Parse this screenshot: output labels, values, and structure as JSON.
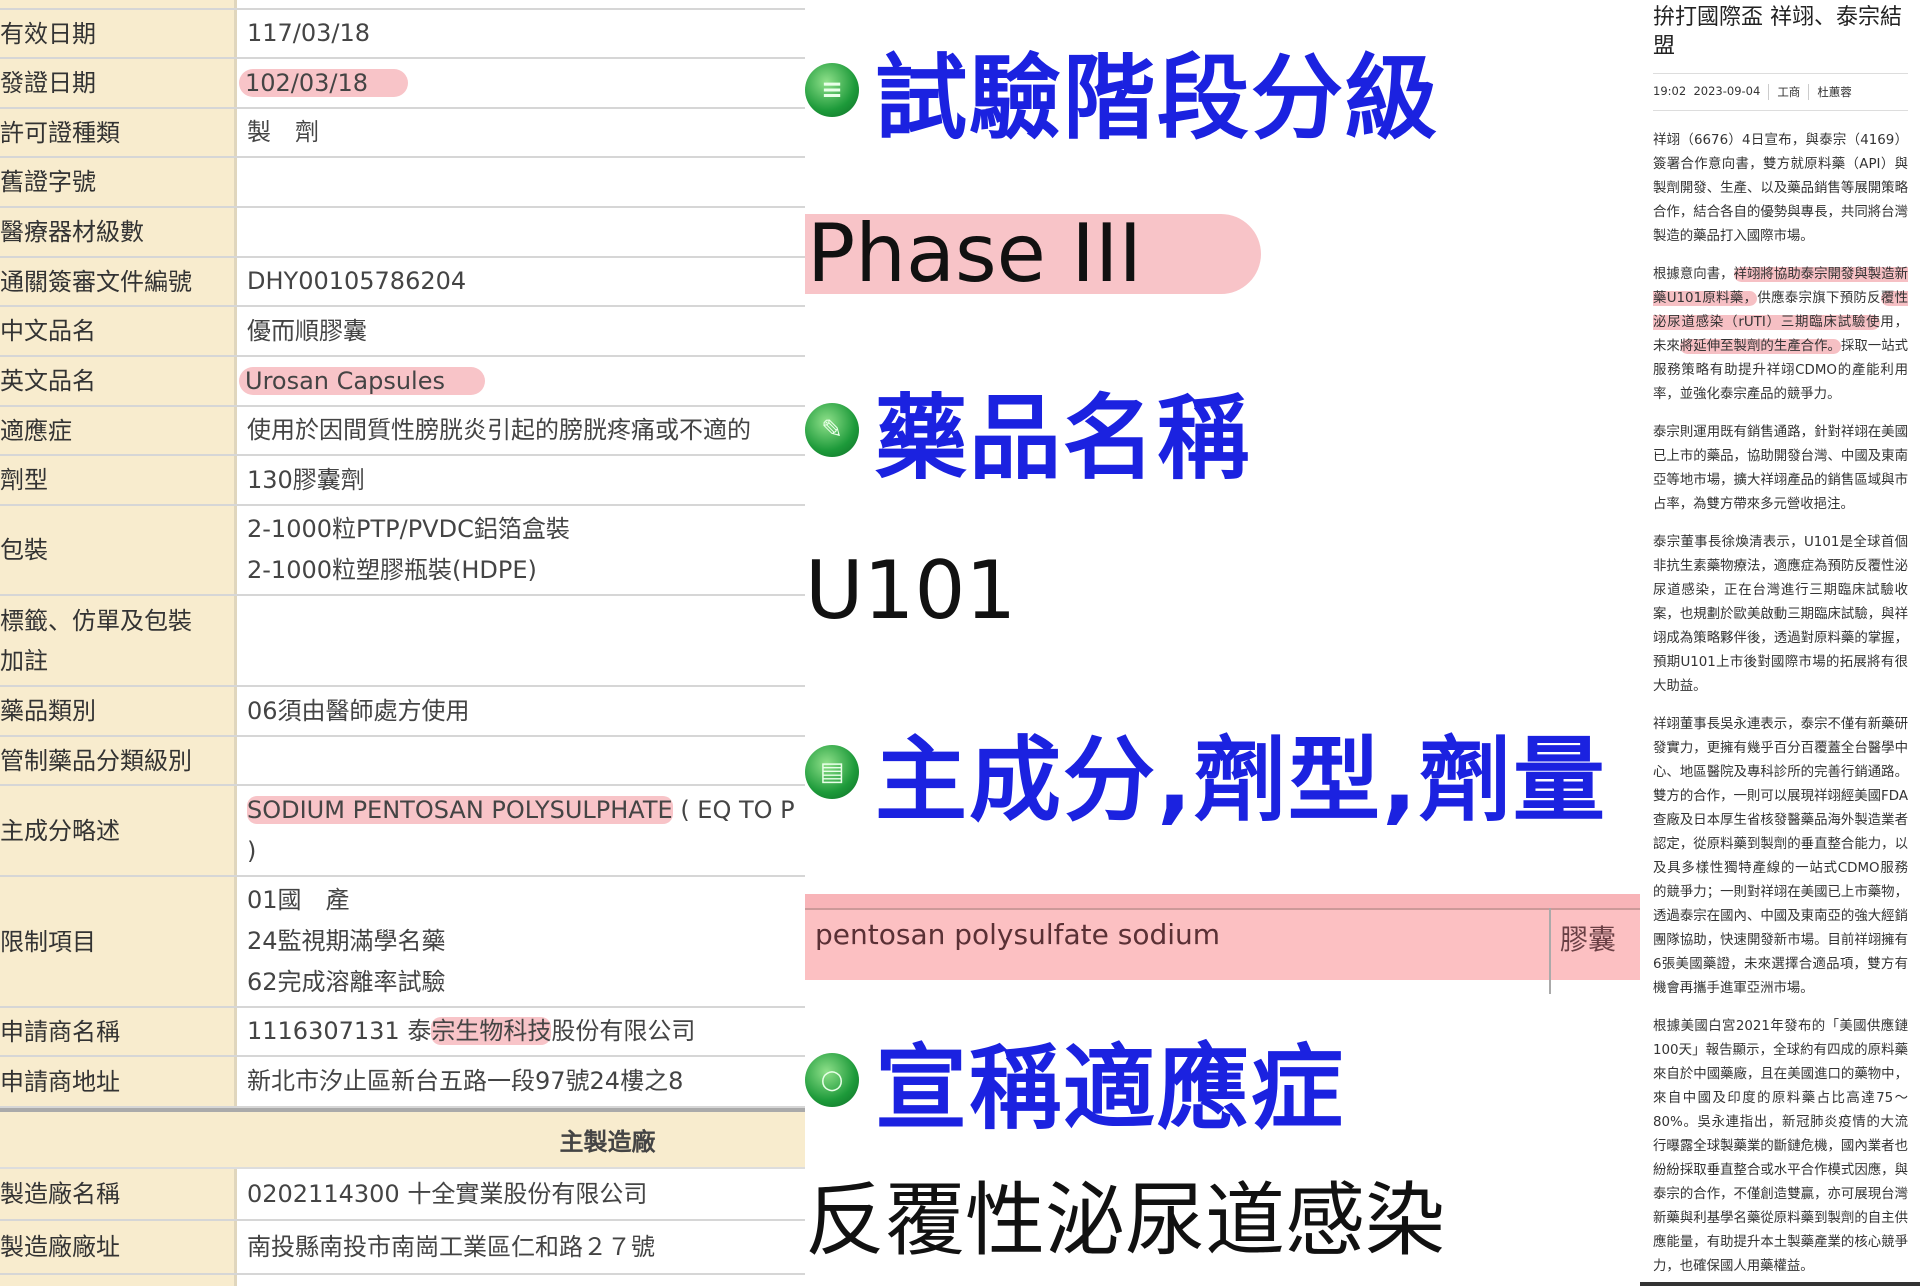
{
  "license_table": {
    "rows": [
      {
        "label": "有效日期",
        "value": [
          "117/03/18"
        ]
      },
      {
        "label": "發證日期",
        "value": [
          "102/03/18"
        ],
        "highlight": true
      },
      {
        "label": "許可證種類",
        "value": [
          "製　劑"
        ]
      },
      {
        "label": "舊證字號",
        "value": [
          ""
        ]
      },
      {
        "label": "醫療器材級數",
        "value": [
          ""
        ]
      },
      {
        "label": "通關簽審文件編號",
        "value": [
          "DHY00105786204"
        ]
      },
      {
        "label": "中文品名",
        "value": [
          "優而順膠囊"
        ]
      },
      {
        "label": "英文品名",
        "value": [
          "Urosan Capsules"
        ],
        "highlight": true
      },
      {
        "label": "適應症",
        "value": [
          "使用於因間質性膀胱炎引起的膀胱疼痛或不適的"
        ]
      },
      {
        "label": "劑型",
        "value": [
          "130膠囊劑"
        ]
      },
      {
        "label": "包裝",
        "value": [
          "2-1000粒PTP/PVDC鋁箔盒裝",
          "2-1000粒塑膠瓶裝(HDPE)"
        ]
      },
      {
        "label": "標籤、仿單及包裝\n加註",
        "value": [
          ""
        ]
      },
      {
        "label": "藥品類別",
        "value": [
          "06須由醫師處方使用"
        ]
      },
      {
        "label": "管制藥品分類級別",
        "value": [
          ""
        ]
      },
      {
        "label": "主成分略述",
        "value": [
          "SODIUM PENTOSAN POLYSULPHATE ( EQ TO P",
          ")"
        ]
      },
      {
        "label": "限制項目",
        "value": [
          "01國　產",
          "24監視期滿學名藥",
          "62完成溶離率試驗"
        ]
      },
      {
        "label": "申請商名稱",
        "value": [
          "1116307131 泰宗生物科技股份有限公司"
        ]
      },
      {
        "label": "申請商地址",
        "value": [
          "新北市汐止區新台五路一段97號24樓之8"
        ]
      }
    ],
    "ingredient_highlight": "SODIUM PENTOSAN POLYSULPHATE",
    "ingredient_rest": " ( EQ TO P",
    "applicant_code": "1116307131 泰",
    "applicant_highlight": "宗生物科技",
    "applicant_rest": "股份有限公司",
    "manufacturer_header": "主製造廠",
    "manufacturer_rows": [
      {
        "label": "製造廠名稱",
        "value": "0202114300 十全實業股份有限公司"
      },
      {
        "label": "製造廠廠址",
        "value": "南投縣南投市南崗工業區仁和路２７號"
      }
    ]
  },
  "summary": {
    "trial_phase_heading": "試驗階段分級",
    "trial_phase": "Phase III",
    "drug_name_heading": "藥品名稱",
    "drug_name": "U101",
    "ingredient_heading": "主成分,劑型,劑量",
    "ingredient": "pentosan polysulfate sodium",
    "dosage_form": "膠囊",
    "indication_heading": "宣稱適應症",
    "indication": "反覆性泌尿道感染",
    "heading_color": "#1b22e0",
    "icon_color": "#1d9a3a",
    "highlight_color": "#f8c4c8"
  },
  "article": {
    "title": "拚打國際盃 祥翊、泰宗結盟",
    "time": "19:02",
    "date": "2023-09-04",
    "source": "工商",
    "author": "杜蕙蓉",
    "p1": "祥翊（6676）4日宣布，與泰宗（4169）簽署合作意向書，雙方就原料藥（API）與製劑開發、生產、以及藥品銷售等展開策略合作，結合各自的優勢與專長，共同將台灣製造的藥品打入國際市場。",
    "p2_a": "根據意向書，",
    "p2_b": "祥翊將協助泰宗開發與製造新藥U101原料藥，",
    "p2_c": "供應泰宗旗下預防反",
    "p2_d": "覆性泌尿道感染（rUTI）三期臨床試驗使",
    "p2_e": "用，未來",
    "p2_f": "將延伸至製劑的生產合作。",
    "p2_g": "採取一站式服務策略有助提升祥翊CDMO的產能利用率，並強化泰宗產品的競爭力。",
    "p3": "泰宗則運用既有銷售通路，針對祥翊在美國已上市的藥品，協助開發台灣、中國及東南亞等地市場，擴大祥翊產品的銷售區域與市占率，為雙方帶來多元營收挹注。",
    "p4": "泰宗董事長徐煥清表示，U101是全球首個非抗生素藥物療法，適應症為預防反覆性泌尿道感染，正在台灣進行三期臨床試驗收案，也規劃於歐美啟動三期臨床試驗，與祥翊成為策略夥伴後，透過對原料藥的掌握，預期U101上市後對國際市場的拓展將有很大助益。",
    "p5": "祥翊董事長吳永連表示，泰宗不僅有新藥研發實力，更擁有幾乎百分百覆蓋全台醫學中心、地區醫院及專科診所的完善行銷通路。雙方的合作，一則可以展現祥翊經美國FDA查廠及日本厚生省核發醫藥品海外製造業者認定，從原料藥到製劑的垂直整合能力，以及具多樣性獨特產線的一站式CDMO服務的競爭力；一則對祥翊在美國已上市藥物，透過泰宗在國內、中國及東南亞的強大經銷團隊協助，快速開發新市場。目前祥翊擁有6張美國藥證，未來選擇合適品項，雙方有機會再攜手進軍亞洲市場。",
    "p6": "根據美國白宮2021年發布的「美國供應鏈100天」報告顯示，全球約有四成的原料藥來自於中國藥廠，且在美國進口的藥物中，來自中國及印度的原料藥占比高達75～80%。吳永連指出，新冠肺炎疫情的大流行曝露全球製藥業的斷鏈危機，國內業者也紛紛採取垂直整合或水平合作模式因應，與泰宗的合作，不僅創造雙贏，亦可展現台灣新藥與利基學名藥從原料藥到製劑的自主供應能量，有助提升本土製藥產業的核心競爭力，也確保國人用藥權益。"
  }
}
